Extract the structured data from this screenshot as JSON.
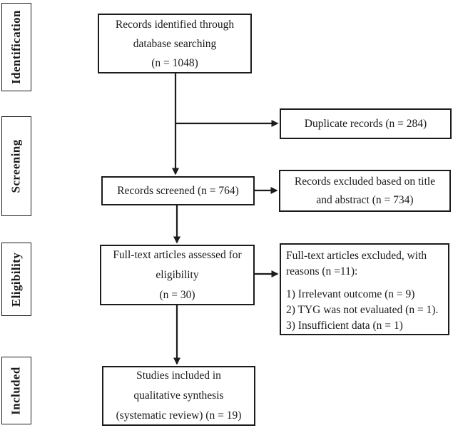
{
  "figure": {
    "type": "prisma-flow-diagram"
  },
  "colors": {
    "line": "#1c1c1c",
    "text": "#1a1a1a",
    "background": "#ffffff"
  },
  "sidebar": {
    "stages": [
      {
        "label": "Identification"
      },
      {
        "label": "Screening"
      },
      {
        "label": "Eligibility"
      },
      {
        "label": "Included"
      }
    ]
  },
  "boxes": {
    "records_identified": "Records identified through\ndatabase searching\n(n = 1048)",
    "duplicate_records": "Duplicate records (n = 284)",
    "records_screened": "Records screened (n = 764)",
    "records_excluded": "Records excluded based on title\nand abstract (n = 734)",
    "fulltext_assessed": "Full-text articles assessed for\neligibility\n(n = 30)",
    "fulltext_excluded_header": "Full-text articles excluded, with\nreasons (n =11):",
    "fulltext_excluded_reasons": "1) Irrelevant outcome (n = 9)\n2) TYG was not evaluated (n = 1).\n3) Insufficient data (n = 1)",
    "studies_included": "Studies included in\nqualitative synthesis\n(systematic review) (n = 19)"
  }
}
